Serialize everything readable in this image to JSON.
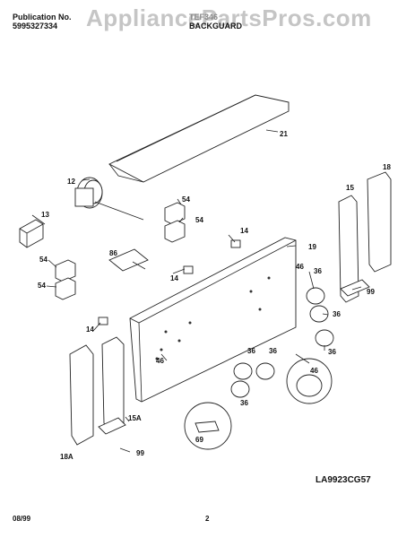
{
  "header": {
    "publication_label": "Publication No.",
    "publication_number": "5995327334",
    "model_code": "TEF346",
    "section_title": "BACKGUARD",
    "watermark": "AppliancePartsPros.com"
  },
  "parts": {
    "p21": "21",
    "p12": "12",
    "p13": "13",
    "p54a": "54",
    "p54b": "54",
    "p54c": "54",
    "p54d": "54",
    "p14a": "14",
    "p14b": "14",
    "p14c": "14",
    "p86": "86",
    "p19": "19",
    "p18": "18",
    "p15": "15",
    "p99a": "99",
    "p46a": "46",
    "p36a": "36",
    "p36b": "36",
    "p36c": "36",
    "p36d": "36",
    "p36e": "36",
    "p36f": "36",
    "p46b": "46",
    "p46c": "46",
    "p15a": "15A",
    "p18a": "18A",
    "p99b": "99",
    "p69": "69"
  },
  "diagram_code": "LA9923CG57",
  "footer": {
    "date": "08/99",
    "page": "2"
  }
}
